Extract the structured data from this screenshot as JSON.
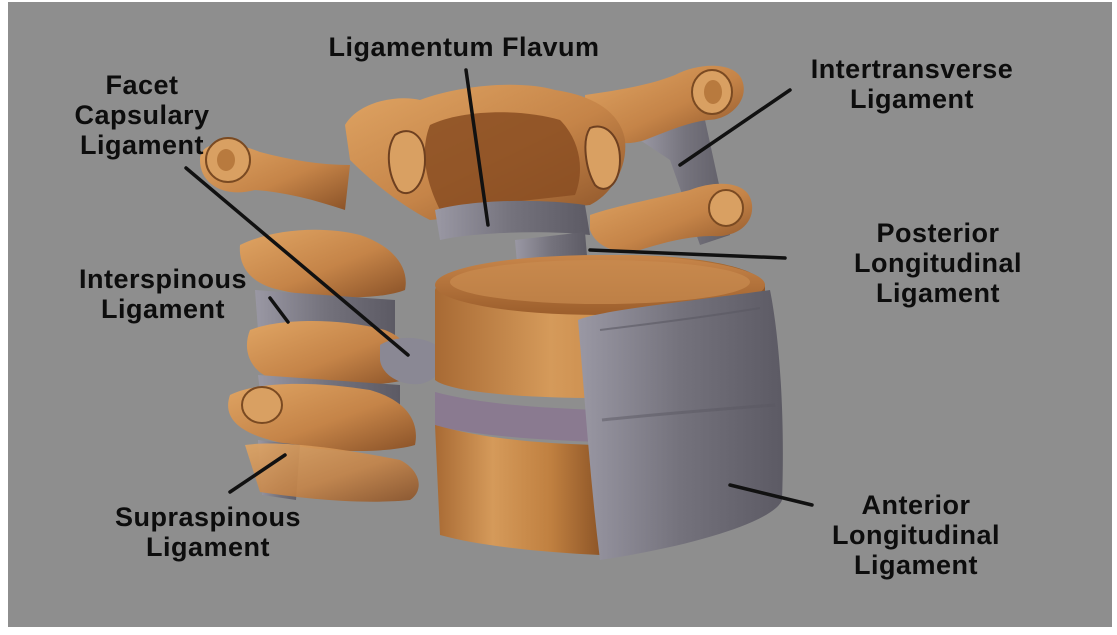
{
  "labels": {
    "ligamentum_flavum": [
      "Ligamentum Flavum"
    ],
    "facet_capsulary": [
      "Facet",
      "Capsulary",
      "Ligament"
    ],
    "intertransverse": [
      "Intertransverse",
      "Ligament"
    ],
    "interspinous": [
      "Interspinous",
      "Ligament"
    ],
    "posterior_longitudinal": [
      "Posterior",
      "Longitudinal",
      "Ligament"
    ],
    "supraspinous": [
      "Supraspinous",
      "Ligament"
    ],
    "anterior_longitudinal": [
      "Anterior",
      "Longitudinal",
      "Ligament"
    ]
  },
  "colors": {
    "background": "#8e8e8e",
    "bone": "#c88a4a",
    "bone_shadow": "#7a4a22",
    "ligament": "#7c7a84",
    "disc": "#8a7a90",
    "leader_line": "#111111"
  }
}
